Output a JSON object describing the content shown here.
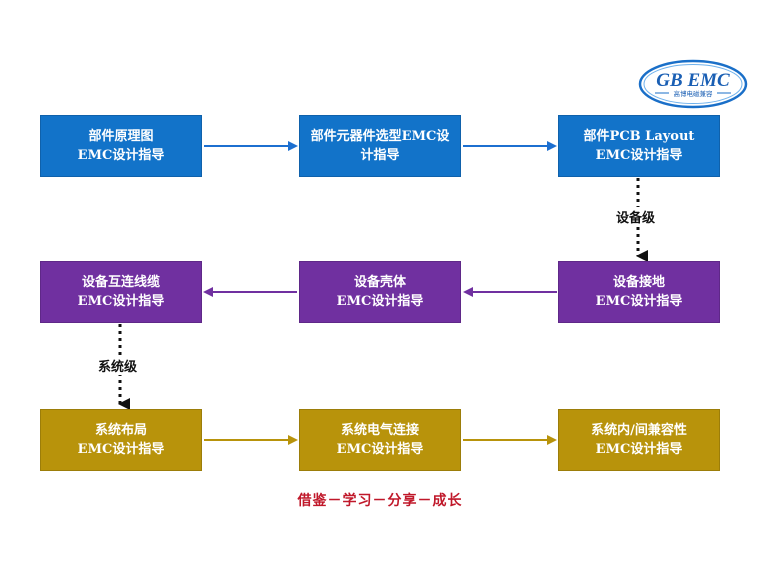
{
  "logo": {
    "brand": "GB EMC",
    "subtitle": "高博电磁兼容"
  },
  "rows": [
    {
      "color": "#1273c9",
      "boxes": [
        {
          "line1": "部件原理图",
          "line2": "EMC设计指导"
        },
        {
          "line1": "部件元器件选型EMC设",
          "line2": "计指导"
        },
        {
          "line1": "部件PCB Layout",
          "line2": "EMC设计指导"
        }
      ]
    },
    {
      "color": "#7030a0",
      "boxes": [
        {
          "line1": "设备互连线缆",
          "line2": "EMC设计指导"
        },
        {
          "line1": "设备壳体",
          "line2": "EMC设计指导"
        },
        {
          "line1": "设备接地",
          "line2": "EMC设计指导"
        }
      ]
    },
    {
      "color": "#b8930b",
      "boxes": [
        {
          "line1": "系统布局",
          "line2": "EMC设计指导"
        },
        {
          "line1": "系统电气连接",
          "line2": "EMC设计指导"
        },
        {
          "line1": "系统内/间兼容性",
          "line2": "EMC设计指导"
        }
      ]
    }
  ],
  "levels": {
    "device": "设备级",
    "system": "系统级"
  },
  "footer": "借鉴－学习－分享－成长"
}
